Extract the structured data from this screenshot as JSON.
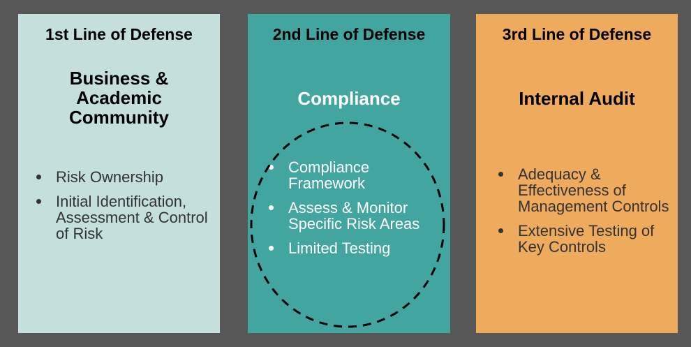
{
  "panels": [
    {
      "title": "1st Line of Defense",
      "subtitle": "Business & Academic Community",
      "bullets": [
        "Risk Ownership",
        "Initial Identification, Assessment & Control of Risk"
      ]
    },
    {
      "title": "2nd Line of Defense",
      "subtitle": "Compliance",
      "bullets": [
        "Compliance Framework",
        "Assess & Monitor Specific Risk Areas",
        "Limited Testing"
      ]
    },
    {
      "title": "3rd Line of Defense",
      "subtitle": "Internal Audit",
      "bullets": [
        "Adequacy & Effectiveness of Management Controls",
        "Extensive Testing of Key Controls"
      ]
    }
  ],
  "colors": {
    "background": "#575757",
    "first": "#c4dfdc",
    "second": "#43a59f",
    "third": "#eeaa5d"
  }
}
